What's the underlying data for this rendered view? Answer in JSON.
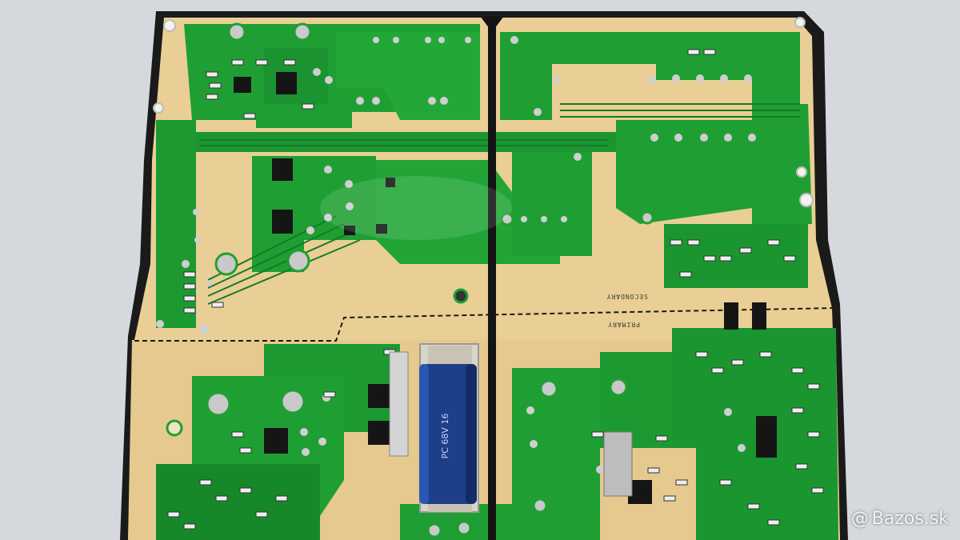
{
  "scene": {
    "subject": "power-supply-circuit-board",
    "colors": {
      "background": "#d5d8dc",
      "substrate": "#e9cf95",
      "copper": "#1f9f33",
      "copper_dark": "#147a25",
      "edge": "#1a1a1a",
      "pad": "#c7c7c7",
      "capacitor": "#1d3f8a"
    }
  },
  "silkscreen": {
    "secondary": "SECONDARY",
    "primary": "PRIMARY"
  },
  "capacitor_text": "PC 68V 16",
  "watermark": {
    "text": "Bazos.sk",
    "icon": "at-sign-icon"
  }
}
